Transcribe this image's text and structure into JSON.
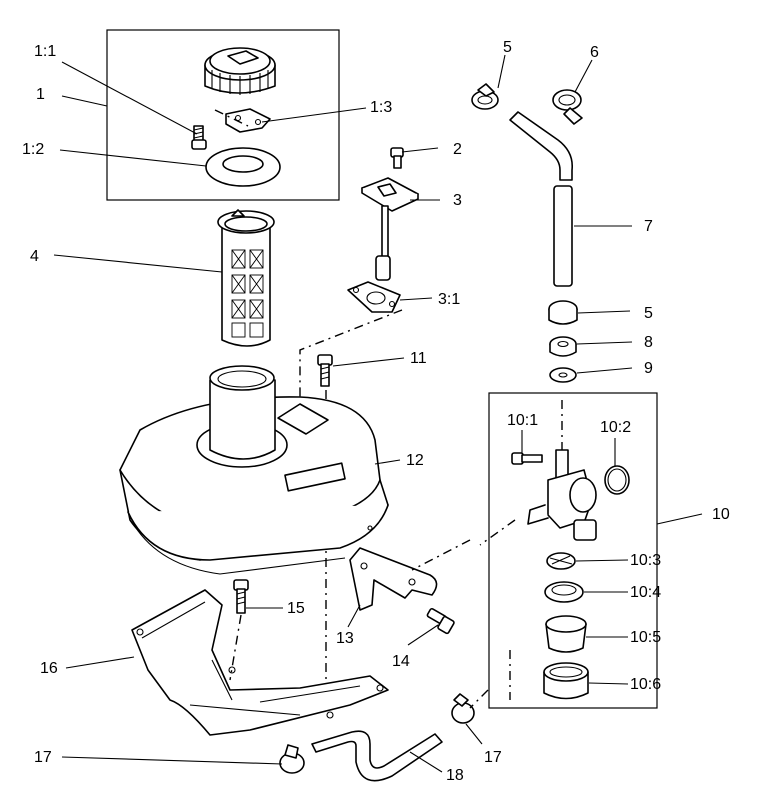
{
  "labels": {
    "l1": "1",
    "l1_1": "1:1",
    "l1_2": "1:2",
    "l1_3": "1:3",
    "l2": "2",
    "l3": "3",
    "l3_1": "3:1",
    "l4": "4",
    "l5a": "5",
    "l5b": "5",
    "l6": "6",
    "l7": "7",
    "l8": "8",
    "l9": "9",
    "l10": "10",
    "l10_1": "10:1",
    "l10_2": "10:2",
    "l10_3": "10:3",
    "l10_4": "10:4",
    "l10_5": "10:5",
    "l10_6": "10:6",
    "l11": "11",
    "l12": "12",
    "l13": "13",
    "l14": "14",
    "l15": "15",
    "l16": "16",
    "l17a": "17",
    "l17b": "17",
    "l18": "18"
  },
  "icons": {
    "fuel_cap": "fuel-cap-icon",
    "gasket": "washer-gasket-icon",
    "strainer": "fuel-strainer-icon",
    "fuel_gauge": "fuel-gauge-icon",
    "fuel_tank": "fuel-tank-icon",
    "fuel_cock": "fuel-cock-valve-icon",
    "hose": "fuel-hose-icon",
    "clamp": "hose-clamp-icon",
    "bracket": "bracket-icon",
    "heat_shield": "heat-shield-plate-icon",
    "bolt": "bolt-icon"
  }
}
